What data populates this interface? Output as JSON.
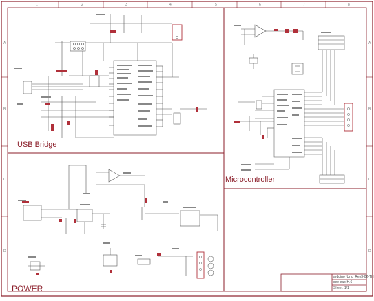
{
  "sheet": {
    "column_markers": [
      "1",
      "2",
      "3",
      "4",
      "5",
      "6",
      "7",
      "8"
    ],
    "row_markers": [
      "A",
      "B",
      "C",
      "D"
    ],
    "accent_color": "#8b1e2a",
    "wire_color": "#555555",
    "part_color": "#b0303a"
  },
  "sections": {
    "usb_bridge": "USB Bridge",
    "microcontroller": "Microcontroller",
    "power": "POWER"
  },
  "title_block": {
    "name": "arduino_Uno_Rev3-02-TH",
    "sub": "see eao-H.6",
    "sheet": "Sheet: 1/1"
  }
}
